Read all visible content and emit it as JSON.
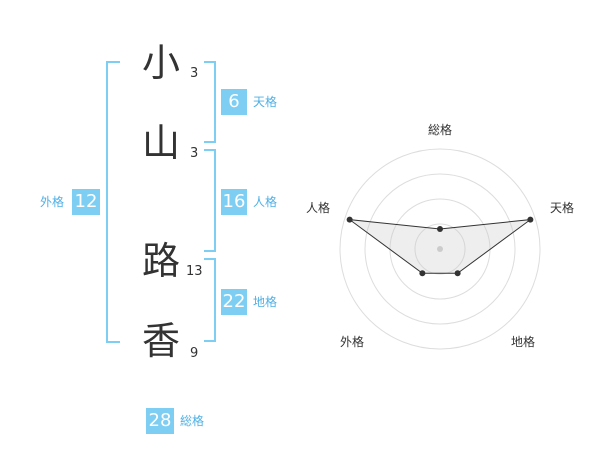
{
  "name": {
    "chars": [
      {
        "char": "小",
        "strokes": "3"
      },
      {
        "char": "山",
        "strokes": "3"
      },
      {
        "char": "路",
        "strokes": "13"
      },
      {
        "char": "香",
        "strokes": "9"
      }
    ]
  },
  "fortunes": {
    "tenkaku": {
      "value": "6",
      "label": "天格"
    },
    "jinkaku": {
      "value": "16",
      "label": "人格"
    },
    "chikaku": {
      "value": "22",
      "label": "地格"
    },
    "gaikaku": {
      "value": "12",
      "label": "外格"
    },
    "soukaku": {
      "value": "28",
      "label": "総格"
    }
  },
  "colors": {
    "accent": "#7ecef4",
    "label": "#4fb0e6",
    "text": "#333333"
  },
  "chart_data": {
    "type": "radar",
    "axes": [
      "総格",
      "天格",
      "地格",
      "外格",
      "人格"
    ],
    "values": [
      0.2,
      0.95,
      0.3,
      0.3,
      0.95
    ],
    "range": [
      0,
      1
    ],
    "rings": 4
  }
}
